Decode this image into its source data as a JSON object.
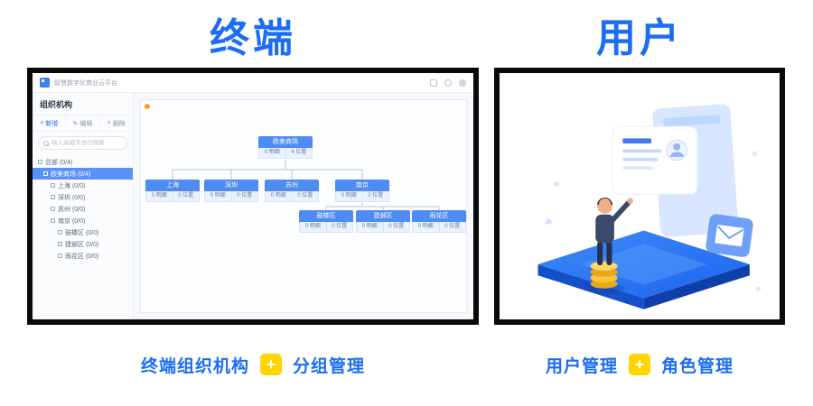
{
  "colors": {
    "accent": "#1b6df5",
    "badge_yellow": "#ffd400",
    "node_header": "#4e8bf5"
  },
  "left": {
    "title": "终端",
    "caption": {
      "a": "终端组织机构",
      "plus": "+",
      "b": "分组管理"
    },
    "app": {
      "topbar": {
        "title": "智慧数字化商业云平台"
      },
      "sidebar": {
        "header": "组织机构",
        "tabs": [
          {
            "icon": "+",
            "label": "新增"
          },
          {
            "icon": "✎",
            "label": "编辑"
          },
          {
            "icon": "×",
            "label": "删除"
          }
        ],
        "search_placeholder": "输入关键字进行搜索",
        "tree": [
          {
            "label": "总部 (0/4)"
          },
          {
            "label": "欧美商场 (0/4)"
          },
          {
            "label": "上海 (0/0)"
          },
          {
            "label": "深圳 (0/0)"
          },
          {
            "label": "苏州 (0/0)"
          },
          {
            "label": "南京 (0/0)"
          },
          {
            "label": "鼓楼区 (0/0)"
          },
          {
            "label": "建邺区 (0/0)"
          },
          {
            "label": "雨花区 (0/0)"
          }
        ]
      },
      "chart": {
        "nodes": [
          {
            "label": "欧美商场",
            "c1": "0 明细",
            "c2": "4 位置"
          },
          {
            "label": "上海",
            "c1": "0 明细",
            "c2": "0 位置"
          },
          {
            "label": "深圳",
            "c1": "0 明细",
            "c2": "0 位置"
          },
          {
            "label": "苏州",
            "c1": "0 明细",
            "c2": "0 位置"
          },
          {
            "label": "南京",
            "c1": "0 明细",
            "c2": "0 位置"
          },
          {
            "label": "鼓楼区",
            "c1": "0 明细",
            "c2": "0 位置"
          },
          {
            "label": "建邺区",
            "c1": "0 明细",
            "c2": "0 位置"
          },
          {
            "label": "雨花区",
            "c1": "0 明细",
            "c2": "0 位置"
          }
        ]
      }
    }
  },
  "right": {
    "title": "用户",
    "caption": {
      "a": "用户管理",
      "plus": "+",
      "b": "角色管理"
    }
  }
}
